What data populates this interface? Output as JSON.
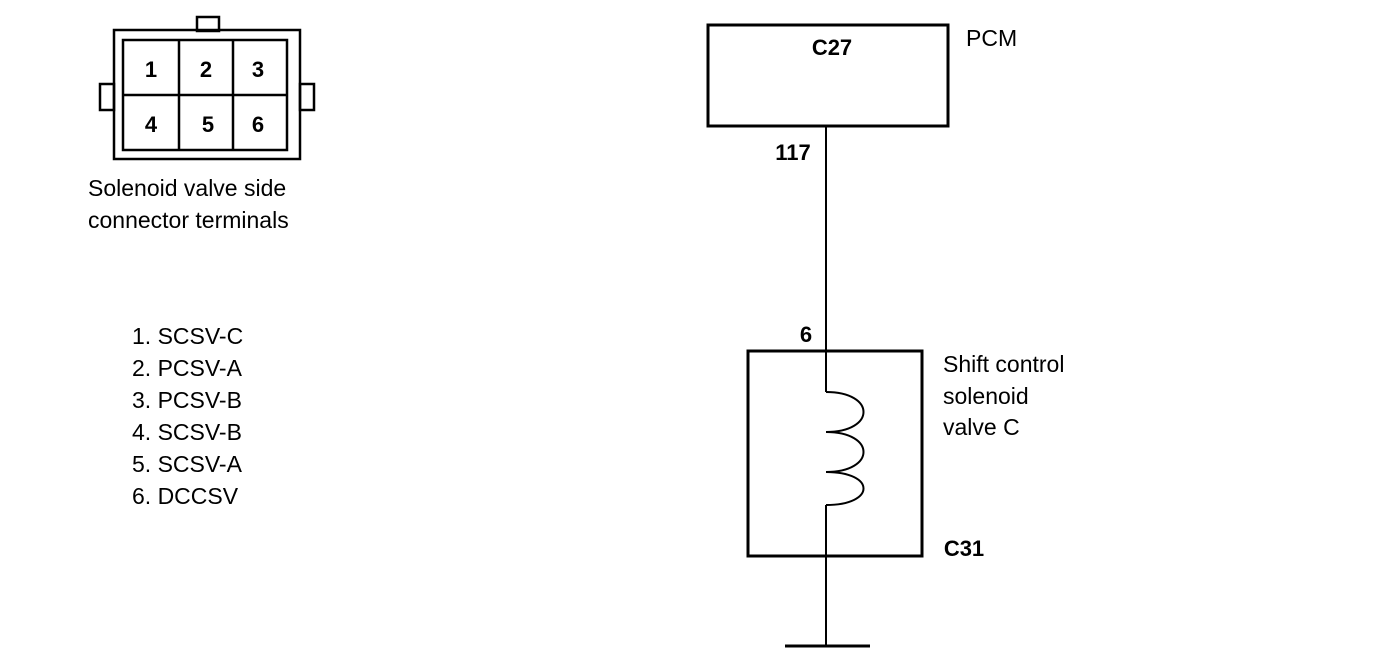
{
  "connector": {
    "pins": [
      "1",
      "2",
      "3",
      "4",
      "5",
      "6"
    ],
    "caption_line1": "Solenoid valve side",
    "caption_line2": "connector terminals"
  },
  "legend": [
    {
      "text": "1. SCSV-C"
    },
    {
      "text": "2. PCSV-A"
    },
    {
      "text": "3. PCSV-B"
    },
    {
      "text": "4. SCSV-B"
    },
    {
      "text": "5. SCSV-A"
    },
    {
      "text": "6. DCCSV"
    }
  ],
  "pcm": {
    "name": "PCM",
    "connector": "C27",
    "pin": "117"
  },
  "solenoid": {
    "name_line1": "Shift control",
    "name_line2": "solenoid",
    "name_line3": "valve C",
    "pin": "6",
    "connector": "C31"
  }
}
